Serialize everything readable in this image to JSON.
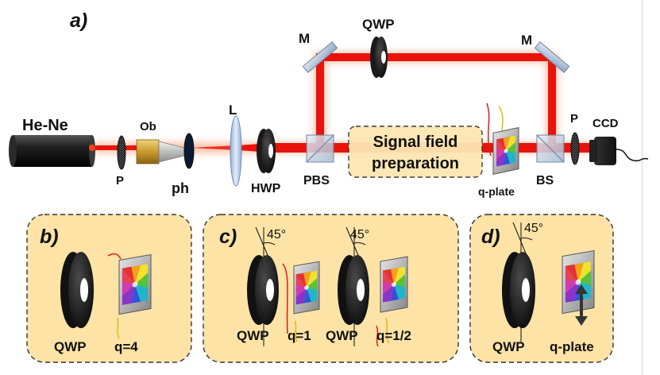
{
  "panels": {
    "a": {
      "label": "a)",
      "laser": "He-Ne",
      "components": {
        "polarizer_in": "P",
        "objective": "Ob",
        "pinhole": "ph",
        "lens": "L",
        "hwp": "HWP",
        "pbs": "PBS",
        "mirror_left": "M",
        "qwp_top": "QWP",
        "mirror_right": "M",
        "signal_box_line1": "Signal field",
        "signal_box_line2": "preparation",
        "qplate": "q-plate",
        "bs": "BS",
        "polarizer_out": "P",
        "camera": "CCD"
      }
    },
    "b": {
      "label": "b)",
      "qwp": "QWP",
      "qplate": "q=4"
    },
    "c": {
      "label": "c)",
      "angle1": "45°",
      "angle2": "45°",
      "qwp1": "QWP",
      "qplate1": "q=1",
      "qwp2": "QWP",
      "qplate2": "q=1/2"
    },
    "d": {
      "label": "d)",
      "angle": "45°",
      "qwp": "QWP",
      "qplate": "q-plate"
    }
  },
  "colors": {
    "beam": "#e8140c",
    "beam_glow": "#f7a27a",
    "panel_fill": "#fde3a6",
    "panel_border": "#333333",
    "signal_box_fill": "#fde6b2",
    "optic_dark": "#1a1a1a",
    "lens_blue": "#bcd0ea",
    "objective_gold": "#c99a2e"
  }
}
